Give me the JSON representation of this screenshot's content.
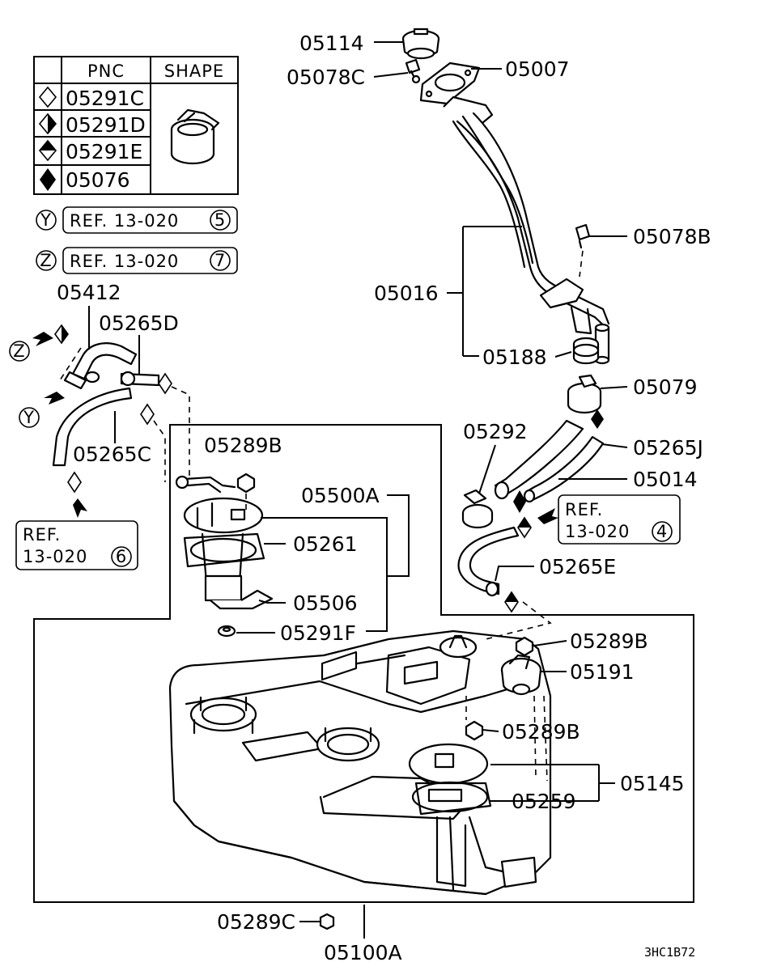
{
  "legend": {
    "headers": {
      "pnc": "PNC",
      "shape": "SHAPE"
    },
    "rows": [
      {
        "symbol": "diamond-outline",
        "pnc": "05291C"
      },
      {
        "symbol": "diamond-half-vertical",
        "pnc": "05291D"
      },
      {
        "symbol": "diamond-half-horizontal",
        "pnc": "05291E"
      },
      {
        "symbol": "diamond-filled",
        "pnc": "05076"
      }
    ]
  },
  "references": {
    "y": {
      "letter": "Y",
      "text": "REF. 13-020",
      "num": "5"
    },
    "z": {
      "letter": "Z",
      "text": "REF. 13-020",
      "num": "7"
    },
    "ref6": {
      "line1": "REF.",
      "line2": "13-020",
      "num": "6"
    },
    "ref4": {
      "line1": "REF.",
      "line2": "13-020",
      "num": "4"
    }
  },
  "parts": {
    "p05114": "05114",
    "p05078c": "05078C",
    "p05007": "05007",
    "p05078b": "05078B",
    "p05016": "05016",
    "p05188": "05188",
    "p05079": "05079",
    "p05412": "05412",
    "p05265d": "05265D",
    "p05265c": "05265C",
    "p05292": "05292",
    "p05265j": "05265J",
    "p05014": "05014",
    "p05289b_1": "05289B",
    "p05500a": "05500A",
    "p05261": "05261",
    "p05265e": "05265E",
    "p05506": "05506",
    "p05291f": "05291F",
    "p05289b_2": "05289B",
    "p05191": "05191",
    "p05289b_3": "05289B",
    "p05145": "05145",
    "p05259": "05259",
    "p05289c": "05289C",
    "p05100a": "05100A"
  },
  "flow_letters": {
    "z": "Z",
    "y": "Y"
  },
  "diagram_code": "3HC1B72"
}
